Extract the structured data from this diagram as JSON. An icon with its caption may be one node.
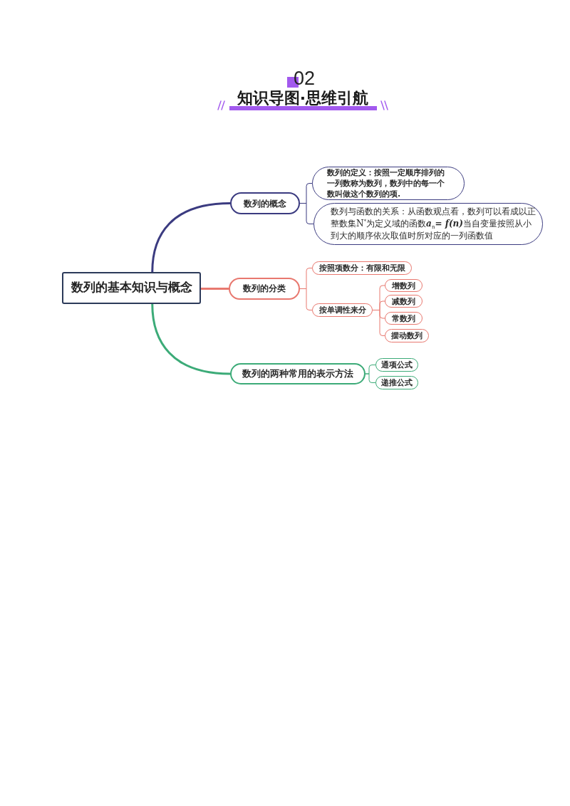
{
  "diagram": {
    "title": "知识导图·思维引航",
    "nodes": [
      {
        "text": [
          "数列的基本知识与概念"
        ]
      },
      {
        "text": [
          "数列的概念"
        ]
      },
      {
        "text": [
          "数列的定义：按照一定顺序排列的一列数称为数列，数列中的每一个数叫做这个数列的项."
        ]
      },
      {
        "text": [
          "数列与函数的关系：从函数观点看，数列可以看成以正整数集N$^{*}$为定义域的函数**a**$_{n}$**= f(n)**当自变量按照从小到大的顺序依次取值时所对应的一列函数值"
        ]
      },
      {
        "text": [
          "数列的分类"
        ]
      },
      {
        "text": [
          "按照项数分：有限和无限"
        ]
      },
      {
        "text": [
          "按单调性来分"
        ]
      },
      {
        "text": [
          "增数列"
        ]
      },
      {
        "text": [
          "减数列"
        ]
      },
      {
        "text": [
          "常数列"
        ]
      },
      {
        "text": [
          "摆动数列"
        ]
      },
      {
        "text": [
          "数列的两种常用的表示方法"
        ]
      },
      {
        "text": [
          "通项公式"
        ]
      },
      {
        "text": [
          "递推公式"
        ]
      }
    ],
    "edges": [
      {
        "from": 0,
        "to": 1,
        "arrow": "none",
        "style": "thick",
        "color": "#3b3b80"
      },
      {
        "from": 0,
        "to": 4,
        "arrow": "none",
        "style": "thick",
        "color": "#e8786f"
      },
      {
        "from": 0,
        "to": 11,
        "arrow": "none",
        "style": "thick",
        "color": "#3cab78"
      },
      {
        "from": 1,
        "to": 2,
        "arrow": "none",
        "color": "#3b3b80"
      },
      {
        "from": 1,
        "to": 3,
        "arrow": "none",
        "color": "#3b3b80"
      },
      {
        "from": 4,
        "to": 5,
        "arrow": "none",
        "color": "#e8786f"
      },
      {
        "from": 4,
        "to": 6,
        "arrow": "none",
        "color": "#e8786f"
      },
      {
        "from": 6,
        "to": 7,
        "arrow": "none",
        "color": "#e8786f"
      },
      {
        "from": 6,
        "to": 8,
        "arrow": "none",
        "color": "#e8786f"
      },
      {
        "from": 6,
        "to": 9,
        "arrow": "none",
        "color": "#e8786f"
      },
      {
        "from": 6,
        "to": 10,
        "arrow": "none",
        "color": "#e8786f"
      },
      {
        "from": 11,
        "to": 12,
        "arrow": "none",
        "color": "#3cab78"
      },
      {
        "from": 11,
        "to": 13,
        "arrow": "none",
        "color": "#3cab78"
      }
    ],
    "labels": [
      "02"
    ]
  }
}
